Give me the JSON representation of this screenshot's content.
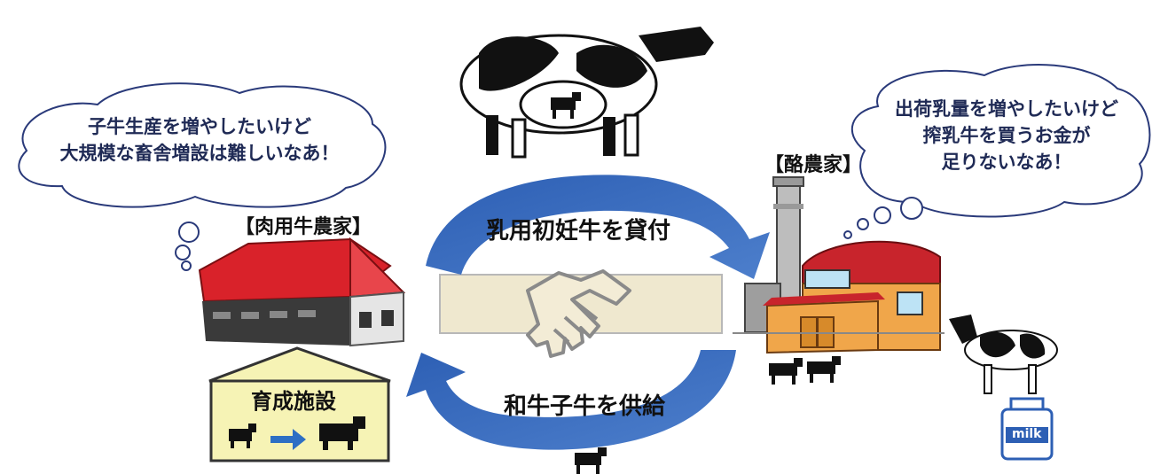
{
  "left_bubble": {
    "line1": "子牛生産を増やしたいけど",
    "line2": "大規模な畜舎増設は難しいなあ！"
  },
  "right_bubble": {
    "line1": "出荷乳量を増やしたいけど",
    "line2": "搾乳牛を買うお金が",
    "line3": "足りないなあ！"
  },
  "beef_farmer_label": "【肉用牛農家】",
  "dairy_farmer_label": "【酪農家】",
  "top_arrow_label": "乳用初妊牛を貸付",
  "bottom_arrow_label": "和牛子牛を供給",
  "facility_label": "育成施設",
  "milk_label": "milk",
  "colors": {
    "arrow_blue": "#3a66b8",
    "barn_red": "#d9222a",
    "dairy_red": "#c8242c",
    "dairy_wall": "#f0a64a",
    "band": "#efe8cf",
    "facility_roof": "#f6f3b5"
  }
}
